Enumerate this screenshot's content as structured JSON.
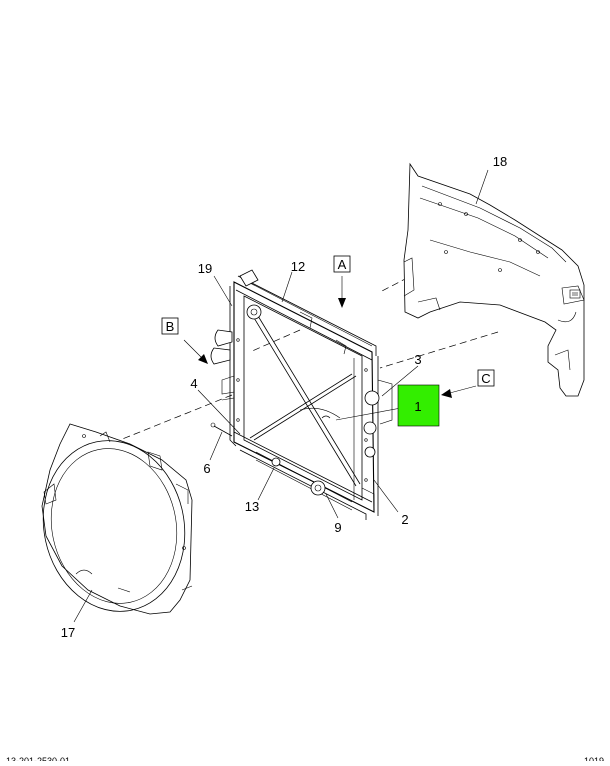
{
  "callouts": {
    "c1": "1",
    "c2": "2",
    "c3": "3",
    "c4": "4",
    "c6": "6",
    "c9": "9",
    "c12": "12",
    "c13": "13",
    "c17": "17",
    "c18": "18",
    "c19": "19"
  },
  "view_labels": {
    "a": "A",
    "b": "B",
    "c": "C"
  },
  "highlight_color": "#33ee00",
  "footer": {
    "left": "13-201-2530-01",
    "right": "1019"
  }
}
